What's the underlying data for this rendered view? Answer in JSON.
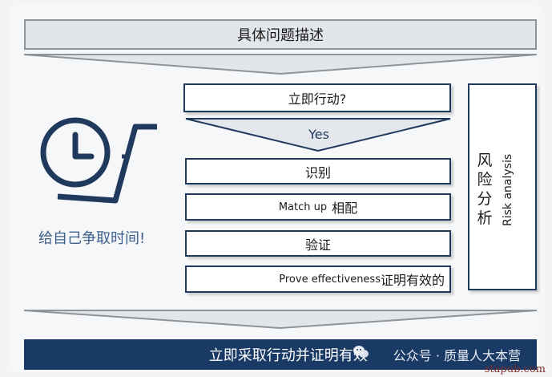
{
  "top_bar": "具体问题描述",
  "steps": {
    "act_now": "立即行动?",
    "yes": "Yes",
    "identify": "识别",
    "match_en": "Match up",
    "match_cn": "相配",
    "verify": "验证",
    "prove_en": "Prove effectiveness",
    "prove_cn": "证明有效的"
  },
  "risk": {
    "cn": "风险分析",
    "en": "Risk analysis"
  },
  "caption": "给自己争取时间!",
  "bottom_bar": "立即采取行动并证明有效",
  "watermark_overlay": "公众号 · 质量人大本营",
  "site": "stapub.com",
  "icons": [
    "clock-icon",
    "wechat-icon"
  ],
  "colors": {
    "navy": "#1a3a66",
    "border": "#1f3a5c",
    "gray": "#e2e5e9"
  }
}
